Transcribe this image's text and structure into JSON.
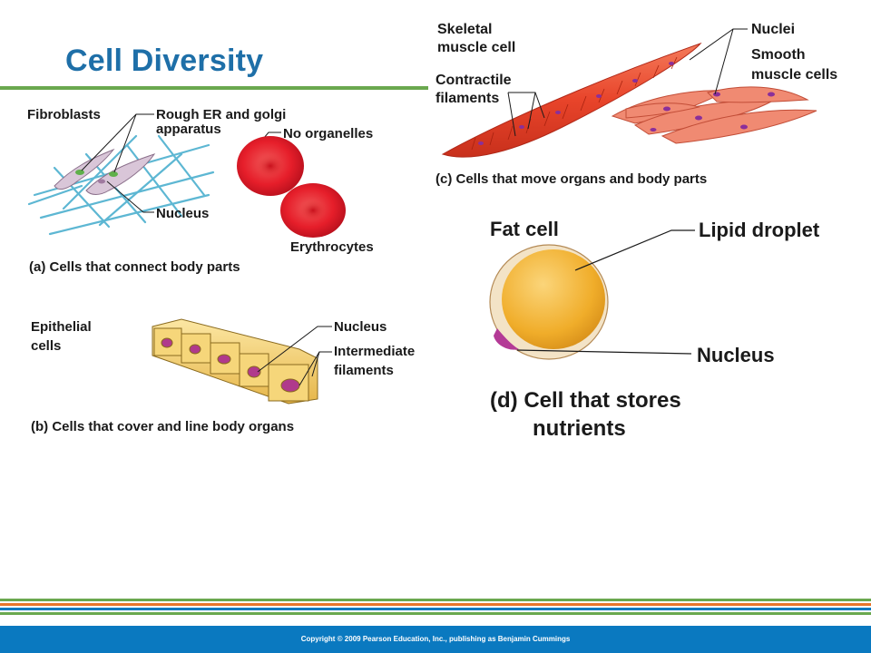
{
  "title": "Cell Diversity",
  "colors": {
    "title": "#1e6fa8",
    "title_rule": "#6aa84f",
    "footer_bar": "#0a79c0",
    "footer_stripes": [
      "#6aa84f",
      "#e8752a",
      "#0a79c0",
      "#6aa84f"
    ]
  },
  "panel_a": {
    "fibroblasts": "Fibroblasts",
    "rough_er_1": "Rough ER and golgi",
    "rough_er_2": "apparatus",
    "nucleus": "Nucleus",
    "no_organelles": "No organelles",
    "erythrocytes": "Erythrocytes",
    "caption": "(a) Cells that connect body parts"
  },
  "panel_b": {
    "epithelial_1": "Epithelial",
    "epithelial_2": "cells",
    "nucleus": "Nucleus",
    "intermediate_1": "Intermediate",
    "intermediate_2": "filaments",
    "caption": "(b) Cells that cover and line body organs"
  },
  "panel_c": {
    "skeletal_1": "Skeletal",
    "skeletal_2": "muscle cell",
    "contractile_1": "Contractile",
    "contractile_2": "filaments",
    "nuclei": "Nuclei",
    "smooth_1": "Smooth",
    "smooth_2": "muscle cells",
    "caption": "(c) Cells that move organs and body parts"
  },
  "panel_d": {
    "fat_cell": "Fat cell",
    "lipid_droplet": "Lipid droplet",
    "nucleus": "Nucleus",
    "caption_1": "(d) Cell that stores",
    "caption_2": "nutrients"
  },
  "footer": "Copyright © 2009 Pearson Education, Inc., publishing as Benjamin Cummings"
}
